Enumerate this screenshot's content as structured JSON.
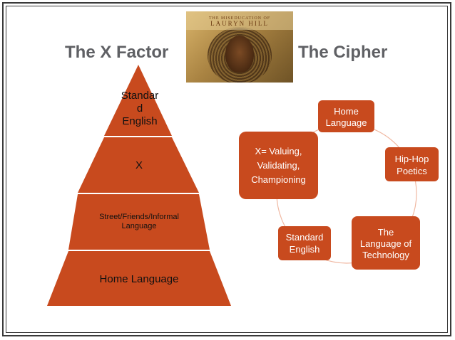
{
  "slide": {
    "left_heading": "The X Factor",
    "right_heading": "The Cipher"
  },
  "album": {
    "lines": [
      "THE MISEDUCATION OF",
      "LAURYN HILL"
    ]
  },
  "pyramid": {
    "tiers": [
      {
        "lines": [
          "Standar",
          "d",
          "English"
        ]
      },
      {
        "lines": [
          "X"
        ]
      },
      {
        "lines": [
          "Street/Friends/Informal",
          "Language"
        ]
      },
      {
        "lines": [
          "Home Language"
        ]
      }
    ]
  },
  "cycle": {
    "nodes": [
      {
        "lines": [
          "Home",
          "Language"
        ]
      },
      {
        "lines": [
          "Hip-Hop",
          "Poetics"
        ]
      },
      {
        "lines": [
          "The",
          "Language of",
          "Technology"
        ]
      },
      {
        "lines": [
          "Standard",
          "English"
        ]
      },
      {
        "lines": [
          "X= Valuing,",
          "Validating,",
          "Championing"
        ]
      }
    ]
  },
  "colors": {
    "shape_fill": "#c84a1e",
    "ring": "#f0b9a3",
    "heading": "#5f6064"
  }
}
